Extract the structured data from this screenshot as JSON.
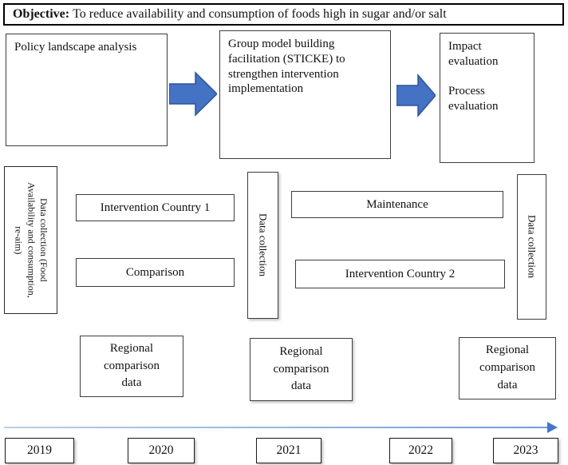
{
  "objective": {
    "label": "Objective:",
    "text": "To reduce availability and consumption of foods high in sugar and/or salt"
  },
  "flow": {
    "policy": "Policy landscape analysis",
    "gmb": "Group model building facilitation (STICKE) to strengthen intervention implementation",
    "evaluation": "Impact evaluation\n\nProcess evaluation"
  },
  "data_collection": {
    "left": "Data collection (Food\nAvailability and consumption,\nre-aim)",
    "middle": "Data collection",
    "right": "Data collection"
  },
  "arms": {
    "intervention1": "Intervention Country 1",
    "comparison": "Comparison",
    "maintenance": "Maintenance",
    "intervention2": "Intervention Country 2"
  },
  "regional": {
    "box1": "Regional\ncomparison\ndata",
    "box2": "Regional\ncomparison\ndata",
    "box3": "Regional\ncomparison\ndata"
  },
  "timeline": {
    "years": [
      "2019",
      "2020",
      "2021",
      "2022",
      "2023"
    ]
  },
  "colors": {
    "block_arrow_fill": "#4472C4",
    "block_arrow_stroke": "#2F5597",
    "timeline_line": "#8FB4E3",
    "timeline_head": "#4477CC"
  }
}
